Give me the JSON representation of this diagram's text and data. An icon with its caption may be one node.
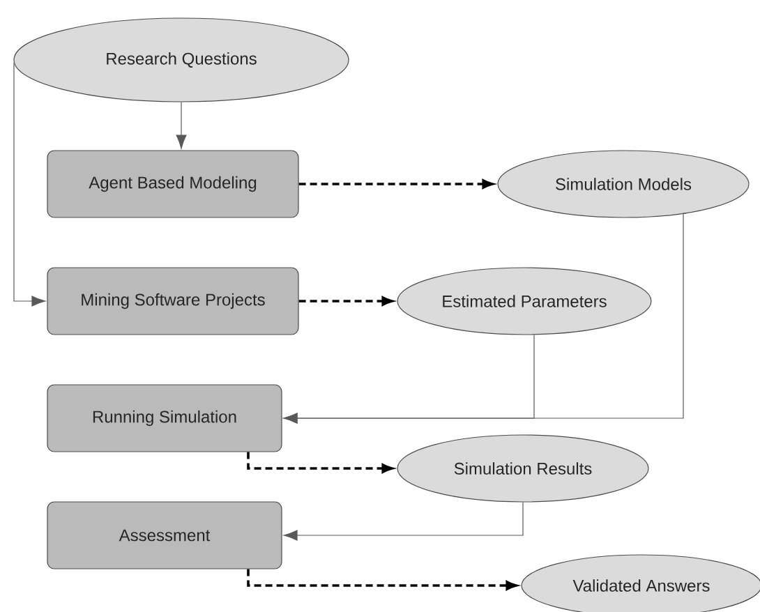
{
  "diagram": {
    "nodes": [
      {
        "text": [
          "Research Questions"
        ]
      },
      {
        "text": [
          "Agent Based Modeling"
        ]
      },
      {
        "text": [
          "Simulation Models"
        ]
      },
      {
        "text": [
          "Mining Software Projects"
        ]
      },
      {
        "text": [
          "Estimated Parameters"
        ]
      },
      {
        "text": [
          "Running Simulation"
        ]
      },
      {
        "text": [
          "Simulation Results"
        ]
      },
      {
        "text": [
          "Assessment"
        ]
      },
      {
        "text": [
          "Validated Answers"
        ]
      }
    ],
    "edges": [
      {
        "from": 0,
        "to": 1,
        "arrow": "to"
      },
      {
        "from": 0,
        "to": 3,
        "arrow": "to"
      },
      {
        "from": 1,
        "to": 2,
        "arrow": "to",
        "style": "dashed"
      },
      {
        "from": 3,
        "to": 4,
        "arrow": "to",
        "style": "dashed"
      },
      {
        "from": 2,
        "to": 5,
        "arrow": "to"
      },
      {
        "from": 4,
        "to": 5,
        "arrow": "to"
      },
      {
        "from": 5,
        "to": 6,
        "arrow": "to",
        "style": "dashed"
      },
      {
        "from": 6,
        "to": 7,
        "arrow": "to"
      },
      {
        "from": 7,
        "to": 8,
        "arrow": "to",
        "style": "dashed"
      }
    ]
  }
}
